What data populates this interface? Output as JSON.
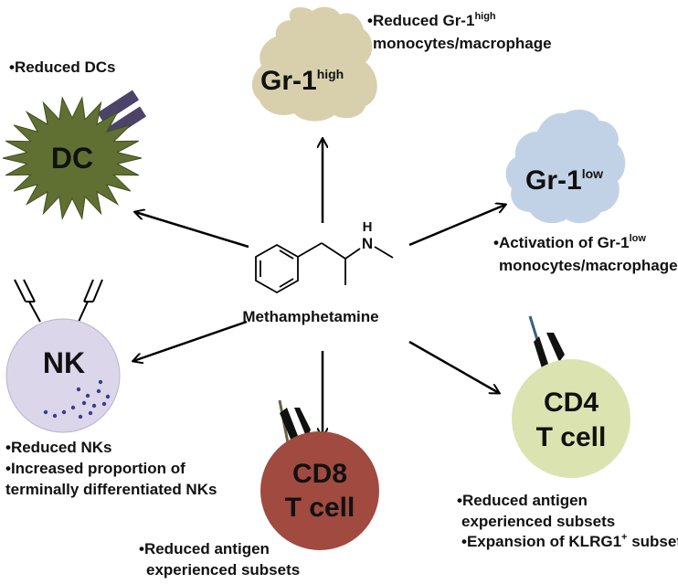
{
  "drug": {
    "name": "Methamphetamine"
  },
  "cells": {
    "dc": {
      "label": "DC",
      "caption": "•Reduced DCs",
      "color": "#5f7032",
      "receptor_color": "#4b4468"
    },
    "gr1high": {
      "label": "Gr-1",
      "label_sup": "high",
      "color": "#d8d0ad",
      "caption_line1": "•Reduced Gr-1",
      "caption_line1_sup": "high",
      "caption_line2": "monocytes/macrophage"
    },
    "gr1low": {
      "label": "Gr-1",
      "label_sup": "low",
      "color": "#c2d2e6",
      "caption_line1": "•Activation of Gr-1",
      "caption_line1_sup": "low",
      "caption_line2": "monocytes/macrophage"
    },
    "nk": {
      "label": "NK",
      "color": "#dcd6ea",
      "granule_color": "#3b3c8c",
      "caption_lines": [
        "•Reduced NKs",
        "•Increased proportion of",
        "terminally differentiated NKs"
      ]
    },
    "cd8": {
      "label_line1": "CD8",
      "label_line2": "T cell",
      "color": "#a04a40",
      "caption_lines": [
        "•Reduced antigen",
        "experienced subsets"
      ]
    },
    "cd4": {
      "label_line1": "CD4",
      "label_line2": "T cell",
      "color": "#dbe3b0",
      "caption_lines": [
        "•Reduced antigen",
        "experienced subsets"
      ],
      "caption_line3": "•Expansion of KLRG1",
      "caption_line3_sup": "+",
      "caption_line3_tail": " subset"
    }
  }
}
